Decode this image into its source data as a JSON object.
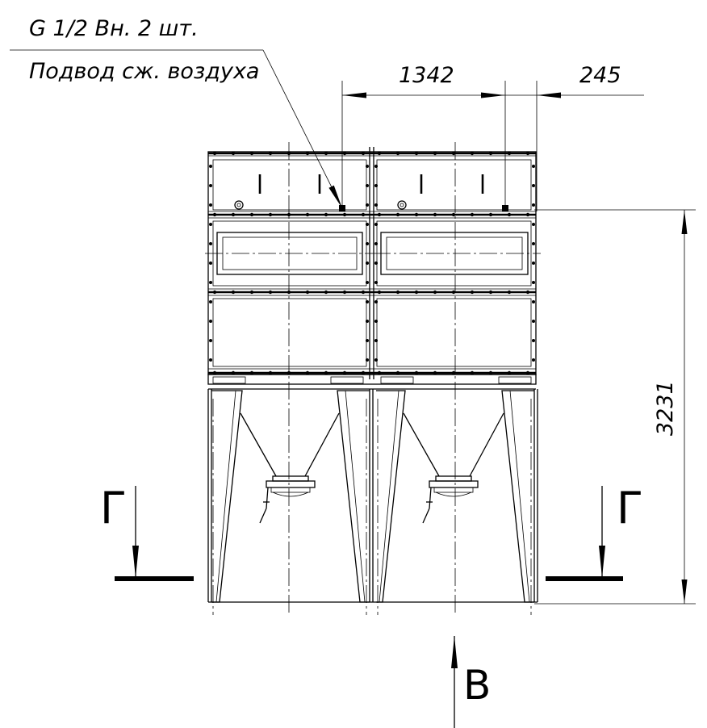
{
  "callout": {
    "thread": "G 1/2 Вн. 2 шт.",
    "purpose": "Подвод сж. воздуха"
  },
  "dimensions": {
    "pitch": "1342",
    "offset": "245",
    "height": "3231"
  },
  "section_mark": {
    "left": "Г",
    "right": "Г"
  },
  "view_mark": {
    "label": "В"
  }
}
